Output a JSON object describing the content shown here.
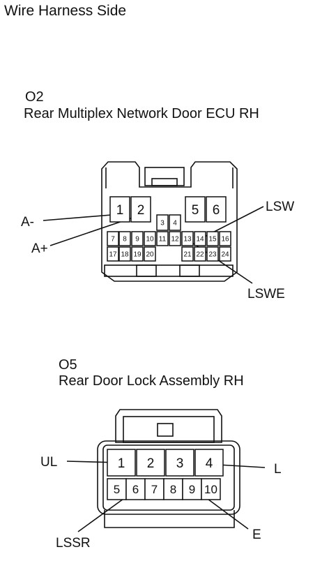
{
  "header": "Wire Harness Side",
  "connector1": {
    "code": "O2",
    "name": "Rear Multiplex Network Door ECU RH",
    "pins": [
      "1",
      "2",
      "3",
      "4",
      "5",
      "6",
      "7",
      "8",
      "9",
      "10",
      "11",
      "12",
      "13",
      "14",
      "15",
      "16",
      "17",
      "18",
      "19",
      "20",
      "21",
      "22",
      "23",
      "24"
    ],
    "labels": {
      "a_minus": "A-",
      "a_plus": "A+",
      "lsw": "LSW",
      "lswe": "LSWE"
    }
  },
  "connector2": {
    "code": "O5",
    "name": "Rear Door Lock Assembly RH",
    "pins": [
      "1",
      "2",
      "3",
      "4",
      "5",
      "6",
      "7",
      "8",
      "9",
      "10"
    ],
    "labels": {
      "ul": "UL",
      "l": "L",
      "lssr": "LSSR",
      "e": "E"
    }
  }
}
